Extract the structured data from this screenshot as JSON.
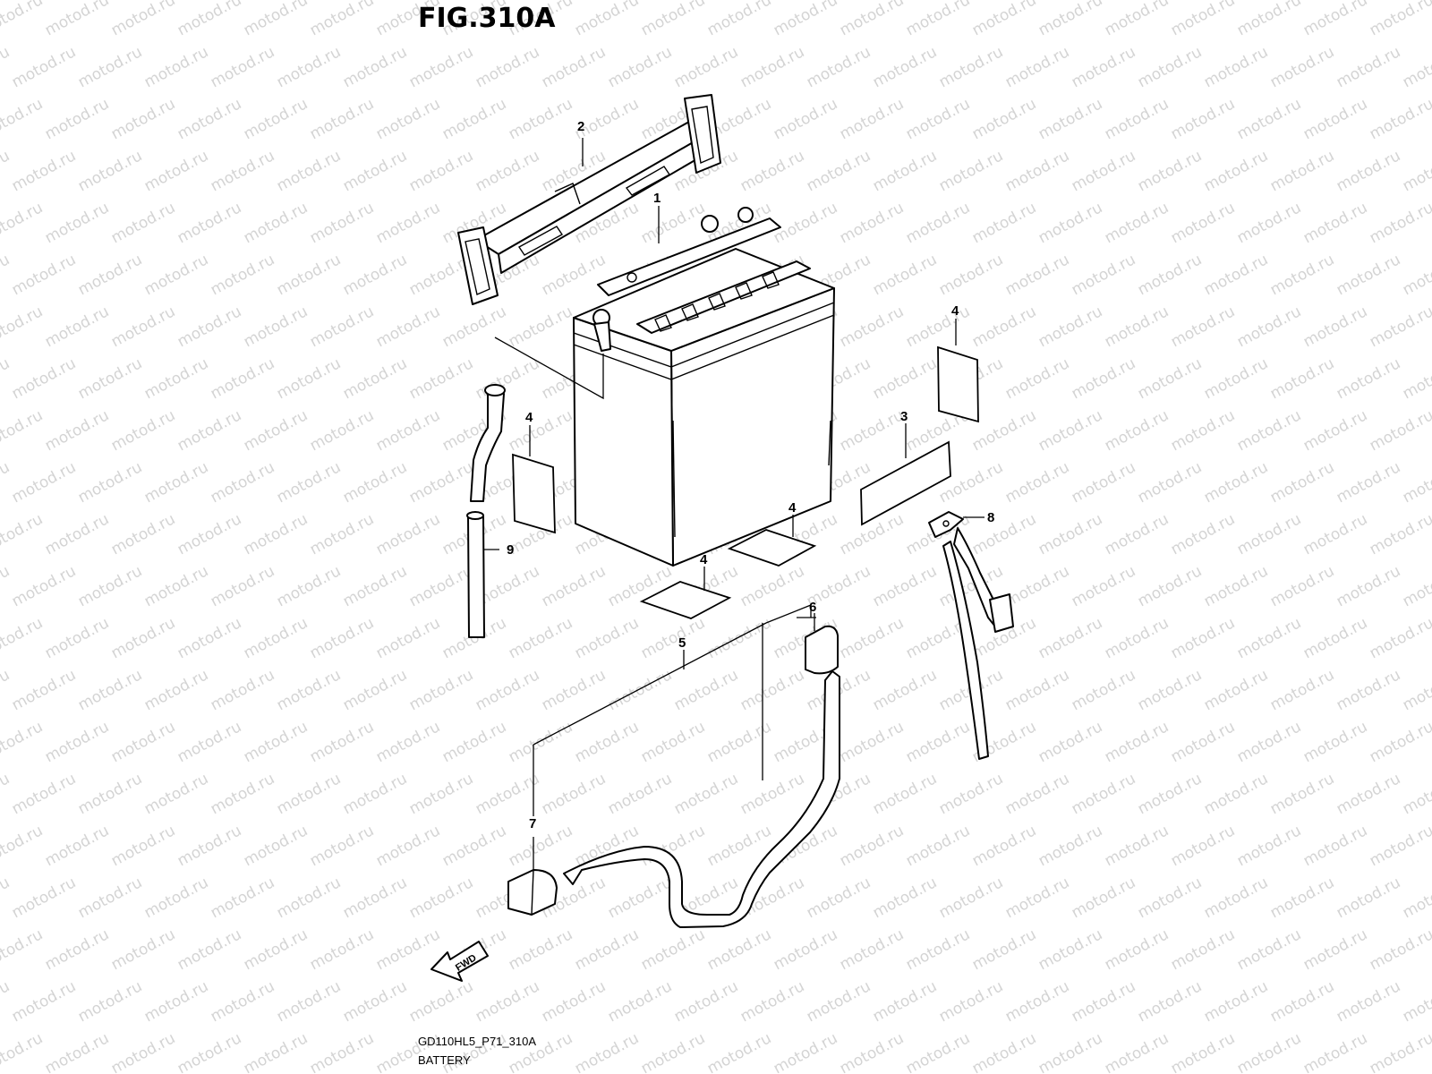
{
  "figure": {
    "title": "FIG.310A",
    "code": "GD110HL5_P71_310A",
    "name": "BATTERY"
  },
  "watermark": "motod.ru",
  "fwd_label": "FWD",
  "callouts": [
    {
      "id": "c1",
      "label": "1"
    },
    {
      "id": "c2",
      "label": "2"
    },
    {
      "id": "c3",
      "label": "3"
    },
    {
      "id": "c4a",
      "label": "4"
    },
    {
      "id": "c4b",
      "label": "4"
    },
    {
      "id": "c4c",
      "label": "4"
    },
    {
      "id": "c4d",
      "label": "4"
    },
    {
      "id": "c5",
      "label": "5"
    },
    {
      "id": "c6",
      "label": "6"
    },
    {
      "id": "c7",
      "label": "7"
    },
    {
      "id": "c8",
      "label": "8"
    },
    {
      "id": "c9",
      "label": "9"
    }
  ]
}
